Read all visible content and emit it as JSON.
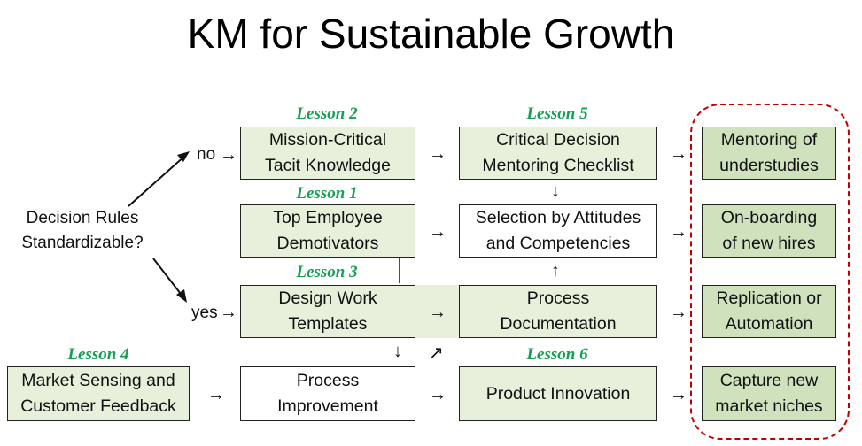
{
  "title": "KM for Sustainable Growth",
  "question": "Decision Rules\nStandardizable?",
  "branch_no": "no",
  "branch_yes": "yes",
  "lessons": {
    "l1": "Lesson 1",
    "l2": "Lesson 2",
    "l3": "Lesson 3",
    "l4": "Lesson 4",
    "l5": "Lesson 5",
    "l6": "Lesson 6"
  },
  "boxes": {
    "mission_critical": "Mission-Critical\nTacit Knowledge",
    "top_employee": "Top Employee\nDemotivators",
    "design_work": "Design Work\nTemplates",
    "market_sensing": "Market Sensing and\nCustomer Feedback",
    "process_improvement": "Process\nImprovement",
    "critical_decision": "Critical Decision\nMentoring Checklist",
    "selection": "Selection by Attitudes\nand Competencies",
    "process_documentation": "Process\nDocumentation",
    "product_innovation": "Product Innovation",
    "mentoring": "Mentoring of\nunderstudies",
    "onboarding": "On-boarding\nof new hires",
    "replication": "Replication or\nAutomation",
    "capture": "Capture new\nmarket niches"
  },
  "colors": {
    "lesson_green": "#13a154",
    "light_green_fill": "#e6f0db",
    "outcome_green_fill": "#cfe2bd",
    "dashed_border": "#c00000"
  }
}
